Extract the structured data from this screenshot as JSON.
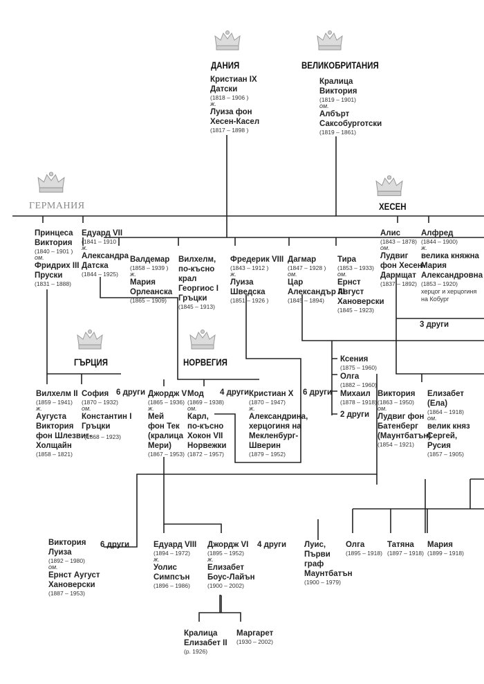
{
  "colors": {
    "line": "#222222",
    "crown": "#d9d9d9",
    "crown_stroke": "#a0a0a0",
    "country_gray": "#888888"
  },
  "countries": {
    "denmark": "ДАНИЯ",
    "britain": "ВЕЛИКОБРИТАНИЯ",
    "germany": "ГЕРМАНИЯ",
    "hesse": "ХЕСЕН",
    "greece": "ГЪРЦИЯ",
    "norway": "НОРВЕГИЯ"
  },
  "crowns": [
    "crown-icon"
  ],
  "nodes": {
    "christian9": {
      "name": [
        "Кристиан IX",
        "Датски"
      ],
      "dates": "(1818 – 1906 )",
      "m": "ж.",
      "spouse": [
        "Луиза фон",
        "Хесен-Касел"
      ],
      "sdates": "(1817 – 1898 )"
    },
    "victoria": {
      "name": [
        "Кралица",
        "Виктория"
      ],
      "dates": "(1819 – 1901)",
      "m": "ом.",
      "spouse": [
        "Албърт",
        "Саксобурготски"
      ],
      "sdates": "(1819 – 1861)"
    },
    "vicky": {
      "name": [
        "Принцеса",
        "Виктория"
      ],
      "dates": "(1840 – 1901 )",
      "m": "ом.",
      "spouse": [
        "Фридрих III",
        "Пруски"
      ],
      "sdates": "(1831 – 1888)"
    },
    "edward7": {
      "name": [
        "Едуард VII"
      ],
      "dates": "(1841 – 1910 )",
      "m": "ж.",
      "spouse": [
        "Александра",
        "Датска"
      ],
      "sdates": "(1844 – 1925)"
    },
    "valdemar": {
      "name": [
        "Валдемар"
      ],
      "dates": "(1858 – 1939 )",
      "m": "ж.",
      "spouse": [
        "Мария",
        "Орлеанска"
      ],
      "sdates": "(1865 – 1909)"
    },
    "wilhelm": {
      "name": [
        "Вилхелм,",
        "по-късно",
        "крал",
        "Георгиос I",
        "Гръцки"
      ],
      "dates": "(1845 – 1913)"
    },
    "frederik8": {
      "name": [
        "Фредерик VIII"
      ],
      "dates": "(1843 – 1912 )",
      "m": "ж.",
      "spouse": [
        "Луиза",
        "Шведска"
      ],
      "sdates": "(1851 – 1926 )"
    },
    "dagmar": {
      "name": [
        "Дагмар"
      ],
      "dates": "(1847 – 1928 )",
      "m": "ом.",
      "spouse": [
        "Цар",
        "Александър III"
      ],
      "sdates": "(1845 – 1894)"
    },
    "thyra": {
      "name": [
        "Тира"
      ],
      "dates": "(1853 – 1933)",
      "m": "ом.",
      "spouse": [
        "Ернст",
        "Август",
        "Хановерски"
      ],
      "sdates": "(1845 – 1923)"
    },
    "alice": {
      "name": [
        "Алис"
      ],
      "dates": "(1843 – 1878)",
      "m": "ом.",
      "spouse": [
        "Лудвиг",
        "фон Хесен-",
        "Дармщат"
      ],
      "sdates": "(1837 – 1892)"
    },
    "alfred": {
      "name": [
        "Алфред"
      ],
      "dates": "(1844 – 1900)",
      "m": "ж.",
      "spouse": [
        "велика княжна",
        "Мария",
        "Александровна"
      ],
      "sdates": "(1853 – 1920)",
      "note": [
        "херцог и херцогиня",
        "на Кобург"
      ]
    },
    "wilhelm2": {
      "name": [
        "Вилхелм II"
      ],
      "dates": "(1859 – 1941)",
      "m": "ж.",
      "spouse": [
        "Аугуста",
        "Виктория",
        "фон Шлезвиг-",
        "Холщайн"
      ],
      "sdates": "(1858 – 1821)"
    },
    "sophia": {
      "name": [
        "София"
      ],
      "dates": "(1870 – 1932)",
      "m": "ом.",
      "spouse": [
        "Константин I",
        "Гръцки"
      ],
      "sdates": "(1868 – 1923)"
    },
    "george5": {
      "name": [
        "Джордж V"
      ],
      "dates": "(1865 – 1936)",
      "m": "ж.",
      "spouse": [
        "Мей",
        "фон Тек",
        "(кралица",
        "Мери)"
      ],
      "sdates": "(1867 – 1953)"
    },
    "maud": {
      "name": [
        "Мод"
      ],
      "dates": "(1869 – 1938)",
      "m": "ом.",
      "spouse": [
        "Карл,",
        "по-късно",
        "Хокон VII",
        "Норвежки"
      ],
      "sdates": "(1872 – 1957)"
    },
    "christian10": {
      "name": [
        "Кристиан X"
      ],
      "dates": "(1870 – 1947)",
      "m": "ж.",
      "spouse": [
        "Александрина,",
        "херцогиня на",
        "Мекленбург-",
        "Шверин"
      ],
      "sdates": "(1879 – 1952)"
    },
    "xenia": {
      "name": [
        "Ксения"
      ],
      "dates": "(1875 – 1960)"
    },
    "olga1": {
      "name": [
        "Олга"
      ],
      "dates": "(1882 – 1960)"
    },
    "michael": {
      "name": [
        "Михаил"
      ],
      "dates": "(1878 – 1918)"
    },
    "victoria2": {
      "name": [
        "Виктория"
      ],
      "dates": "(1863 – 1950)",
      "m": "ом.",
      "spouse": [
        "Лудвиг фон",
        "Батенберг",
        "(Маунтбатън)"
      ],
      "sdates": "(1854 – 1921)"
    },
    "elisabeth": {
      "name": [
        "Елизабет",
        "(Ела)"
      ],
      "dates": "(1864 – 1918)",
      "m": "ом.",
      "spouse": [
        "велик княз",
        "Сергей,",
        "Русия"
      ],
      "sdates": "(1857 – 1905)"
    },
    "vlouise": {
      "name": [
        "Виктория",
        "Луиза"
      ],
      "dates": "(1892 – 1980)",
      "m": "ом.",
      "spouse": [
        "Ернст Аугуст",
        "Хановерски"
      ],
      "sdates": "(1887 – 1953)"
    },
    "edward8": {
      "name": [
        "Едуард VIII"
      ],
      "dates": "(1894 – 1972)",
      "m": "ж.",
      "spouse": [
        "Уолис",
        "Симпсън"
      ],
      "sdates": "(1896 – 1986)"
    },
    "george6": {
      "name": [
        "Джордж VI"
      ],
      "dates": "(1895 – 1952)",
      "m": "ж.",
      "spouse": [
        "Елизабет",
        "Боус-Лайън"
      ],
      "sdates": "(1900 – 2002)"
    },
    "louis": {
      "name": [
        "Луис,",
        "Първи",
        "граф",
        "Маунтбатън"
      ],
      "dates": "(1900 – 1979)"
    },
    "olga2": {
      "name": [
        "Олга"
      ],
      "dates": "(1895 – 1918)"
    },
    "tatiana": {
      "name": [
        "Татяна"
      ],
      "dates": "(1897 – 1918)"
    },
    "maria": {
      "name": [
        "Мария"
      ],
      "dates": "(1899 – 1918)"
    },
    "elizabeth2": {
      "name": [
        "Кралица",
        "Елизабет II"
      ],
      "dates": "(р. 1926)"
    },
    "margaret": {
      "name": [
        "Маргарет"
      ],
      "dates": "(1930 – 2002)"
    }
  },
  "others": {
    "alfred_others": "3 други",
    "vicky_others": "6 други",
    "edward_others": "4 други",
    "frederik_others": "6 други",
    "dagmar_others": "2 други",
    "wilhelm2_others": "6 други",
    "george5_others": "4 други"
  }
}
